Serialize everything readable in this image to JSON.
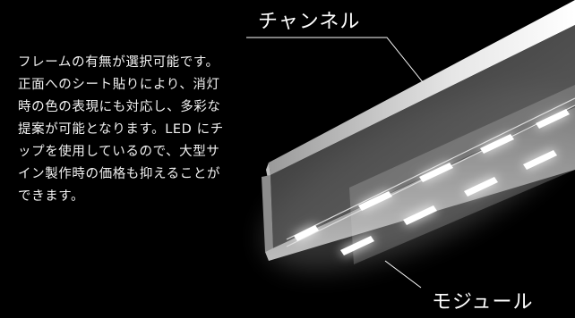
{
  "description": "フレームの有無が選択可能です。正面へのシート貼りにより、消灯時の色の表現にも対応し、多彩な提案が可能となります。LED にチップを使用しているので、大型サイン製作時の価格も抑えることができます。",
  "labels": {
    "channel": "チャンネル",
    "module": "モジュール"
  },
  "colors": {
    "background": "#000000",
    "text": "#ffffff",
    "led": "#ffffff",
    "glow": "#c8c8c8"
  }
}
